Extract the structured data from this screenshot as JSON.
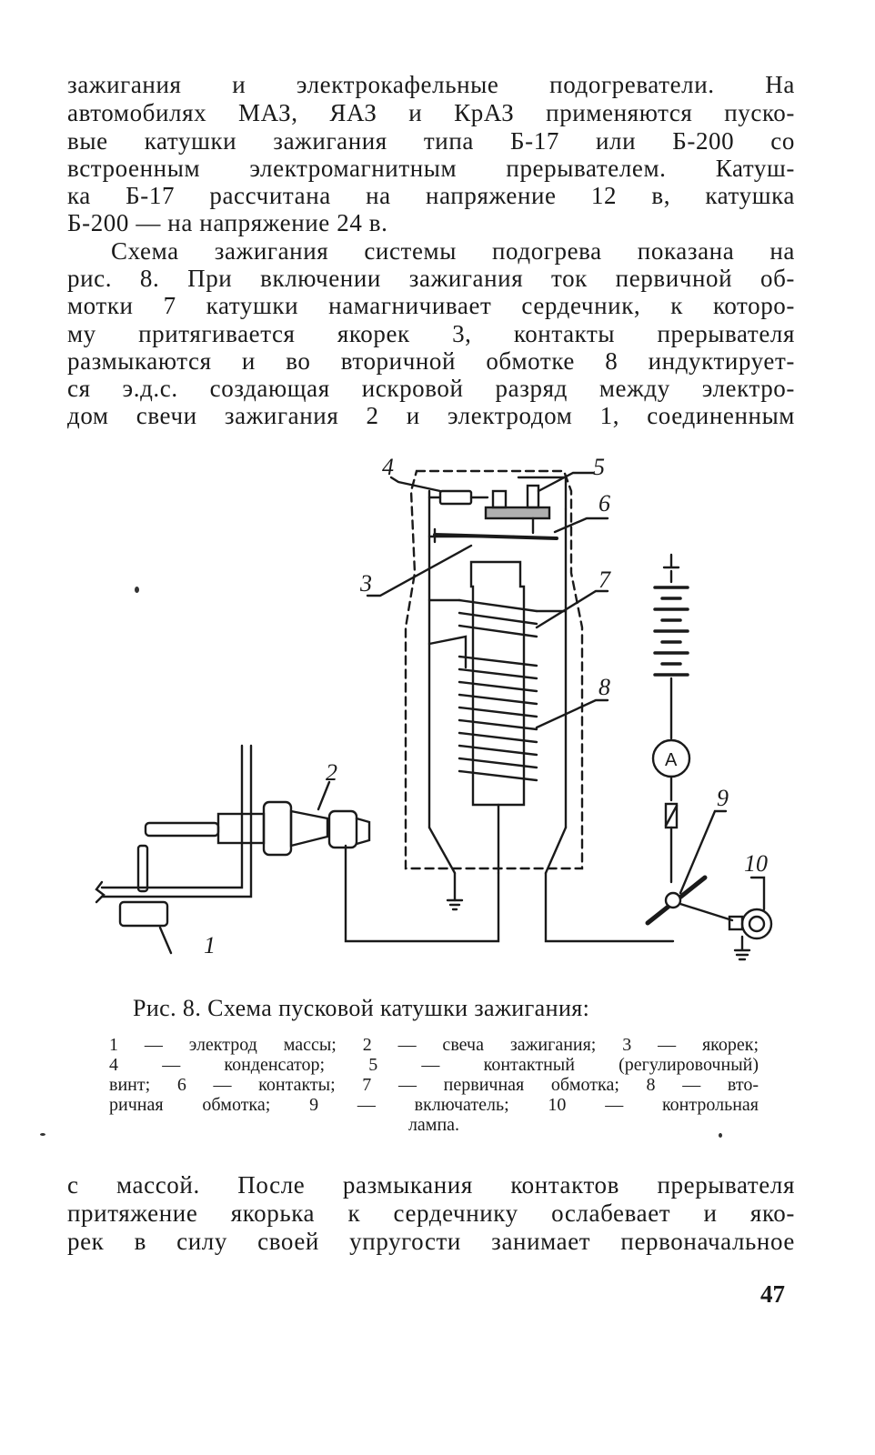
{
  "body_top": [
    "зажигания и электрокафельные подогреватели. На",
    "автомобилях МАЗ, ЯАЗ и КрАЗ применяются пуско-",
    "вые катушки зажигания типа Б-17 или Б-200 со",
    "встроенным электромагнитным прерывателем. Катуш-",
    "ка Б-17 рассчитана на напряжение 12 в, катушка",
    "Б-200 — на напряжение 24 в.",
    "Схема зажигания системы подогрева показана на",
    "рис. 8. При включении зажигания ток первичной об-",
    "мотки 7 катушки намагничивает сердечник, к которо-",
    "му притягивается якорек 3, контакты прерывателя",
    "размыкаются и во вторичной обмотке 8 индуктирует-",
    "ся э.д.с. создающая искровой разряд между электро-",
    "дом свечи зажигания 2 и электродом 1, соединенным"
  ],
  "figure": {
    "labels": [
      "1",
      "2",
      "3",
      "4",
      "5",
      "6",
      "7",
      "8",
      "9",
      "10"
    ],
    "ammeter_symbol": "A"
  },
  "caption": {
    "title": "Рис. 8. Схема пусковой катушки зажигания:",
    "lines": [
      "1 — электрод массы; 2 — свеча зажигания; 3 — якорек;",
      "4 — конденсатор; 5 — контактный (регулировочный)",
      "винт; 6 — контакты; 7 — первичная обмотка; 8 — вто-",
      "ричная обмотка; 9 — включатель; 10 — контрольная",
      "лампа."
    ]
  },
  "body_bottom": [
    "с массой. После размыкания контактов прерывателя",
    "притяжение якорька к сердечнику ослабевает и яко-",
    "рек в силу своей упругости занимает первоначальное"
  ],
  "page_number": "47"
}
